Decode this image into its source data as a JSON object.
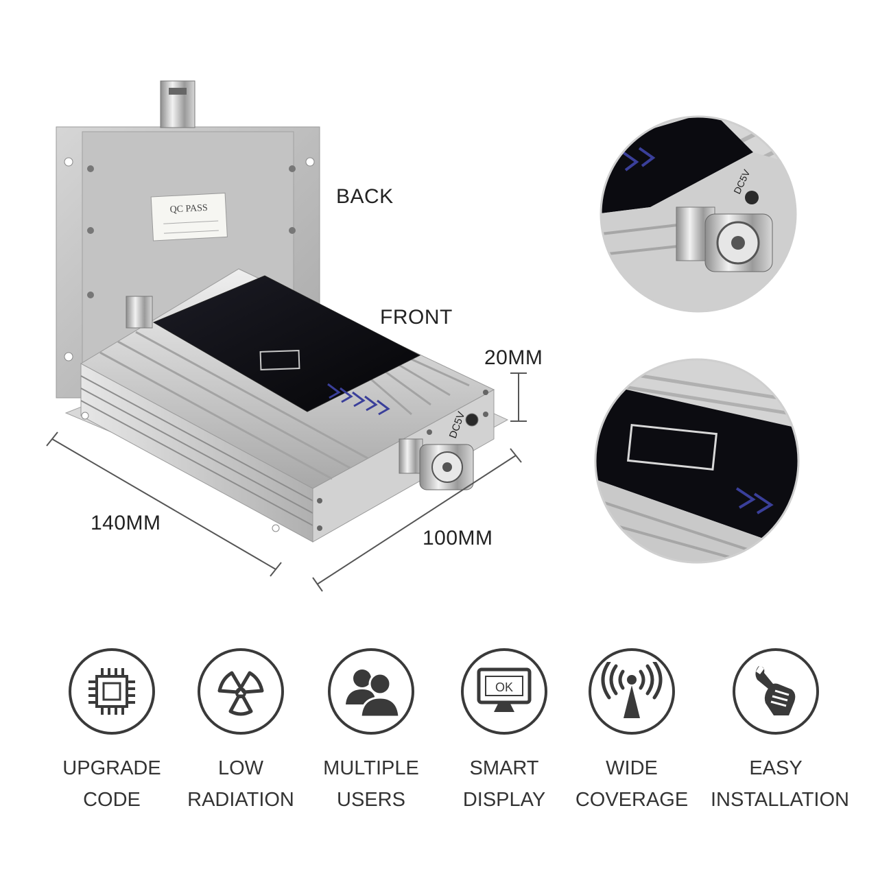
{
  "labels": {
    "back": "BACK",
    "front": "FRONT",
    "height": "20MM",
    "length": "140MM",
    "width": "100MM",
    "qc_title": "QC PASS",
    "dc_port": "DC5V",
    "dc_port_zoom": "DC5V",
    "display_ok": "OK"
  },
  "features": [
    {
      "icon": "chip-icon",
      "line1": "UPGRADE",
      "line2": "CODE"
    },
    {
      "icon": "radiation-icon",
      "line1": "LOW",
      "line2": "RADIATION"
    },
    {
      "icon": "users-icon",
      "line1": "MULTIPLE",
      "line2": "USERS"
    },
    {
      "icon": "monitor-icon",
      "line1": "SMART",
      "line2": "DISPLAY"
    },
    {
      "icon": "antenna-icon",
      "line1": "WIDE",
      "line2": "COVERAGE"
    },
    {
      "icon": "wrench-hand-icon",
      "line1": "EASY",
      "line2": "INSTALLATION"
    }
  ],
  "colors": {
    "silver": "#c9c9c9",
    "panel": "#0d0d12",
    "accent_blue": "#3a3f9a",
    "icon_stroke": "#3a3a3a"
  }
}
